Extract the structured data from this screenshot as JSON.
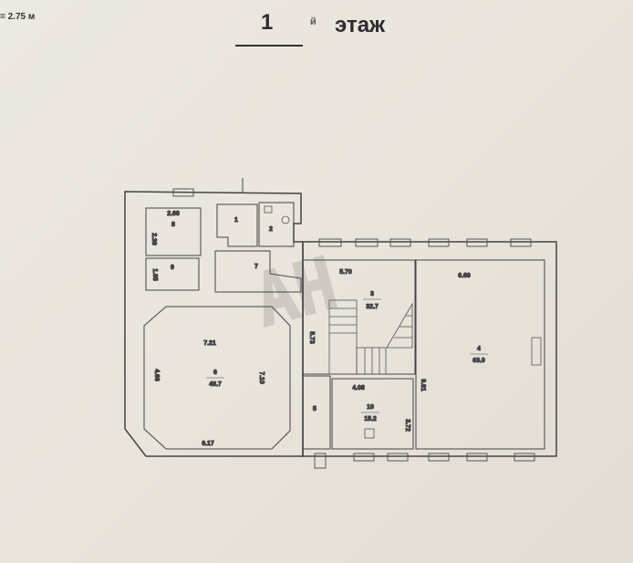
{
  "header": {
    "scale_note": "= 2.75 м",
    "floor_number": "1",
    "floor_suffix": "й",
    "floor_word": "этаж"
  },
  "watermark": "АН",
  "rooms": [
    {
      "id": "1"
    },
    {
      "id": "2"
    },
    {
      "id": "3",
      "area": "32.7",
      "dims": [
        "5.70",
        "5.73"
      ]
    },
    {
      "id": "4",
      "area": "63.0",
      "dims": [
        "6.69",
        "9.81"
      ]
    },
    {
      "id": "5"
    },
    {
      "id": "6",
      "area": "48.7",
      "dims": [
        "7.21",
        "4.66",
        "7.10",
        "6.17"
      ]
    },
    {
      "id": "7"
    },
    {
      "id": "8",
      "dims": [
        "2.66",
        "2.39"
      ]
    },
    {
      "id": "9",
      "dims": [
        "1.65"
      ]
    },
    {
      "id": "10",
      "area": "15.2",
      "dims": [
        "4.08",
        "3.72"
      ]
    }
  ]
}
